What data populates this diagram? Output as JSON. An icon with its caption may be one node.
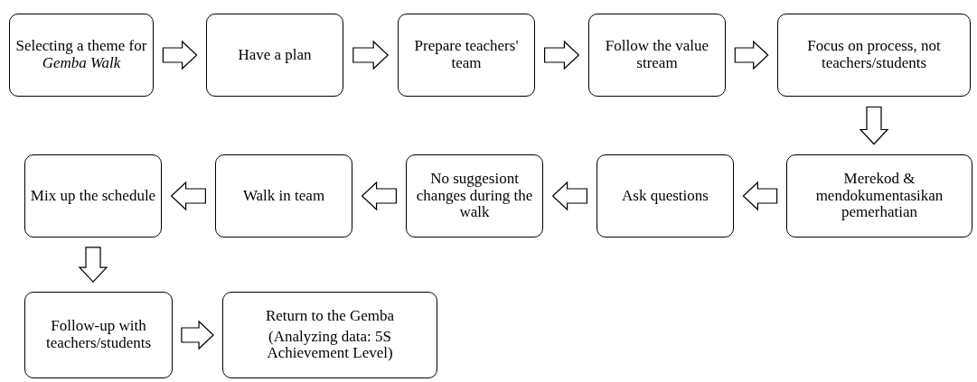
{
  "diagram": {
    "nodes": [
      {
        "text": [
          "Selecting a theme for *Gemba Walk*"
        ]
      },
      {
        "text": [
          "Have a plan"
        ]
      },
      {
        "text": [
          "Prepare teachers' team"
        ]
      },
      {
        "text": [
          "Follow the value stream"
        ]
      },
      {
        "text": [
          "Focus on process, not teachers/students"
        ]
      },
      {
        "text": [
          "Merekod & mendokumentasikan pemerhatian"
        ]
      },
      {
        "text": [
          "Ask questions"
        ]
      },
      {
        "text": [
          "No suggesiont changes during the walk"
        ]
      },
      {
        "text": [
          "Walk in team"
        ]
      },
      {
        "text": [
          "Mix up the schedule"
        ]
      },
      {
        "text": [
          "Follow-up with teachers/students"
        ]
      },
      {
        "text": [
          "Return to the Gemba",
          "(Analyzing data: 5S Achievement Level)"
        ]
      }
    ],
    "edges": [
      {
        "from": 0,
        "to": 1,
        "arrow": "to"
      },
      {
        "from": 1,
        "to": 2,
        "arrow": "to"
      },
      {
        "from": 2,
        "to": 3,
        "arrow": "to"
      },
      {
        "from": 3,
        "to": 4,
        "arrow": "to"
      },
      {
        "from": 4,
        "to": 5,
        "arrow": "to"
      },
      {
        "from": 5,
        "to": 6,
        "arrow": "to"
      },
      {
        "from": 6,
        "to": 7,
        "arrow": "to"
      },
      {
        "from": 7,
        "to": 8,
        "arrow": "to"
      },
      {
        "from": 8,
        "to": 9,
        "arrow": "to"
      },
      {
        "from": 9,
        "to": 10,
        "arrow": "to"
      },
      {
        "from": 10,
        "to": 11,
        "arrow": "to"
      }
    ]
  }
}
